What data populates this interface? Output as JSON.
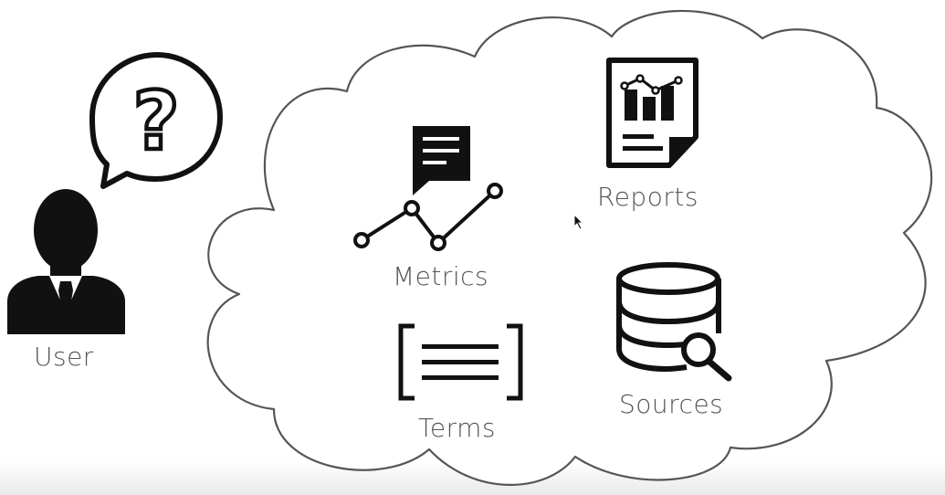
{
  "labels": {
    "user": "User",
    "metrics": "Metrics",
    "reports": "Reports",
    "terms": "Terms",
    "sources": "Sources"
  },
  "speech_bubble": {
    "symbol": "?"
  },
  "icons": {
    "user": "person-in-suit-icon",
    "question": "question-speech-bubble-icon",
    "metrics": "line-chart-with-comment-icon",
    "reports": "report-document-icon",
    "terms": "bracketed-text-icon",
    "sources": "database-search-icon",
    "cursor": "mouse-pointer-icon"
  },
  "colors": {
    "icon": "#111111",
    "cloud_stroke": "#555555",
    "text": "#555555"
  }
}
